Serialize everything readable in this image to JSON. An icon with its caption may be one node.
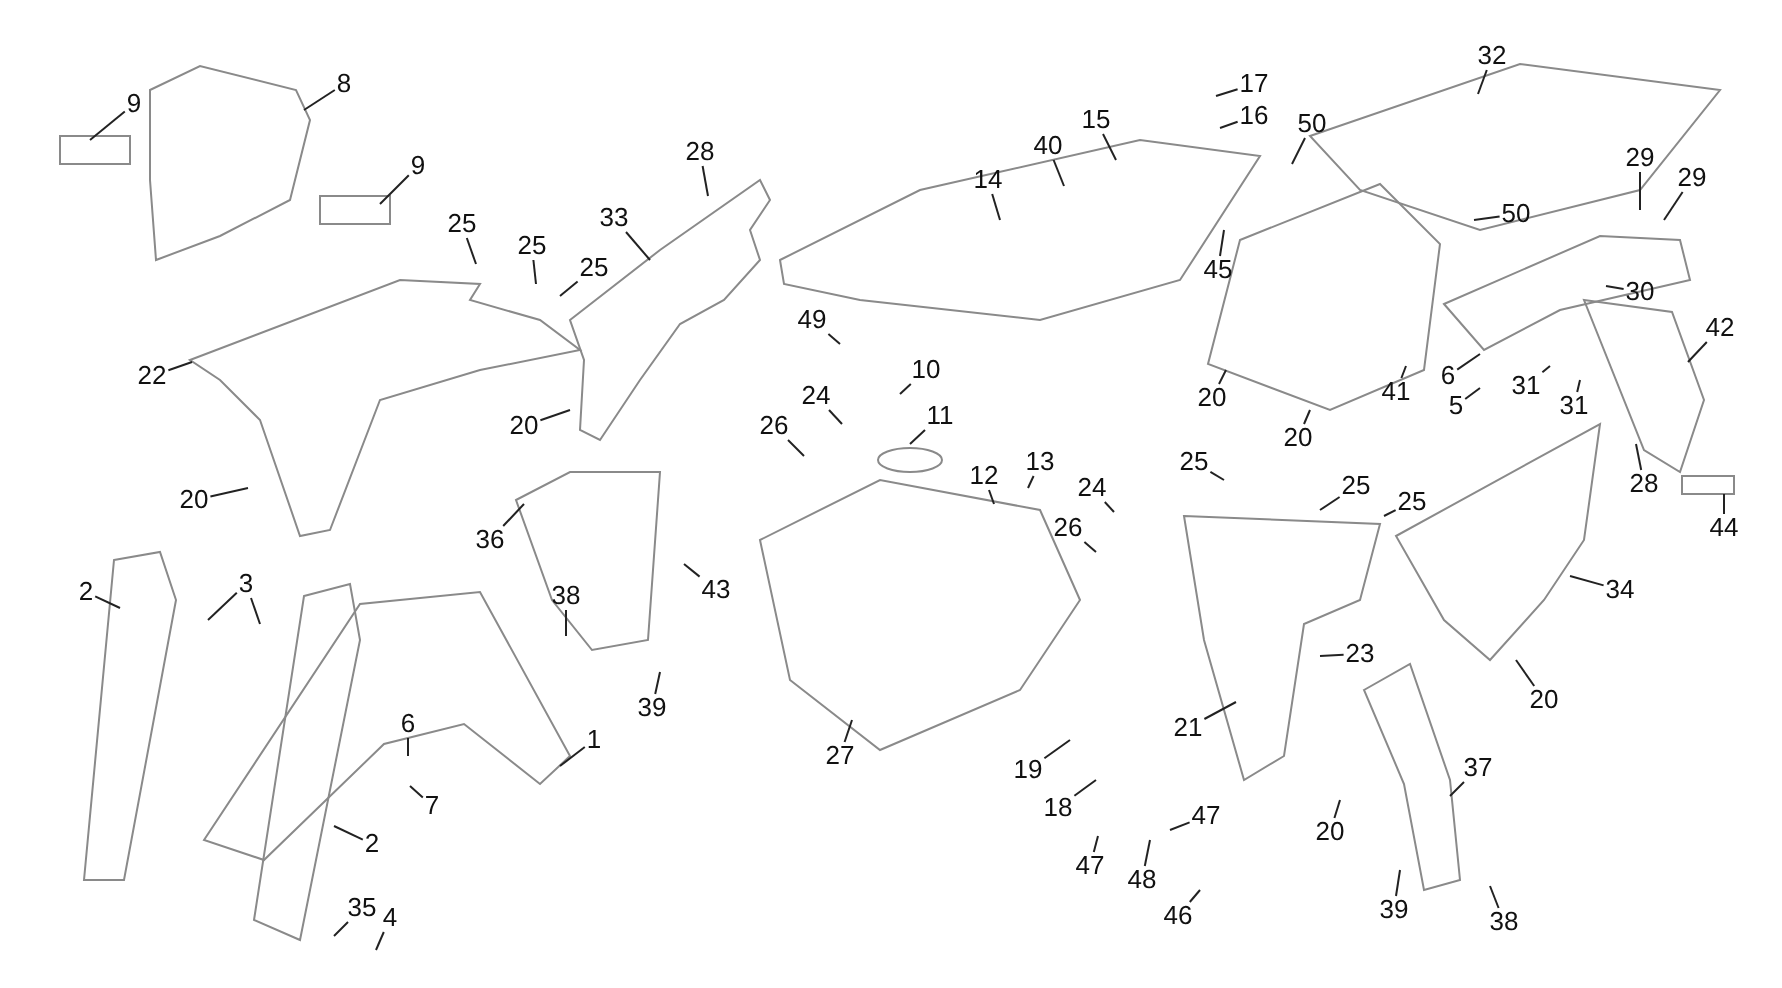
{
  "diagram": {
    "nodes": [
      {
        "text": [
          "9"
        ]
      },
      {
        "text": [
          "8"
        ]
      },
      {
        "text": [
          "9"
        ]
      },
      {
        "text": [
          "28"
        ]
      },
      {
        "text": [
          "25"
        ]
      },
      {
        "text": [
          "25"
        ]
      },
      {
        "text": [
          "25"
        ]
      },
      {
        "text": [
          "33"
        ]
      },
      {
        "text": [
          "22"
        ]
      },
      {
        "text": [
          "20"
        ]
      },
      {
        "text": [
          "20"
        ]
      },
      {
        "text": [
          "49"
        ]
      },
      {
        "text": [
          "10"
        ]
      },
      {
        "text": [
          "24"
        ]
      },
      {
        "text": [
          "26"
        ]
      },
      {
        "text": [
          "11"
        ]
      },
      {
        "text": [
          "12"
        ]
      },
      {
        "text": [
          "13"
        ]
      },
      {
        "text": [
          "24"
        ]
      },
      {
        "text": [
          "26"
        ]
      },
      {
        "text": [
          "15"
        ]
      },
      {
        "text": [
          "40"
        ]
      },
      {
        "text": [
          "14"
        ]
      },
      {
        "text": [
          "17"
        ]
      },
      {
        "text": [
          "16"
        ]
      },
      {
        "text": [
          "45"
        ]
      },
      {
        "text": [
          "50"
        ]
      },
      {
        "text": [
          "32"
        ]
      },
      {
        "text": [
          "50"
        ]
      },
      {
        "text": [
          "29"
        ]
      },
      {
        "text": [
          "29"
        ]
      },
      {
        "text": [
          "30"
        ]
      },
      {
        "text": [
          "42"
        ]
      },
      {
        "text": [
          "41"
        ]
      },
      {
        "text": [
          "6"
        ]
      },
      {
        "text": [
          "5"
        ]
      },
      {
        "text": [
          "31"
        ]
      },
      {
        "text": [
          "31"
        ]
      },
      {
        "text": [
          "20"
        ]
      },
      {
        "text": [
          "20"
        ]
      },
      {
        "text": [
          "28"
        ]
      },
      {
        "text": [
          "44"
        ]
      },
      {
        "text": [
          "25"
        ]
      },
      {
        "text": [
          "25"
        ]
      },
      {
        "text": [
          "25"
        ]
      },
      {
        "text": [
          "34"
        ]
      },
      {
        "text": [
          "23"
        ]
      },
      {
        "text": [
          "20"
        ]
      },
      {
        "text": [
          "21"
        ]
      },
      {
        "text": [
          "37"
        ]
      },
      {
        "text": [
          "19"
        ]
      },
      {
        "text": [
          "18"
        ]
      },
      {
        "text": [
          "47"
        ]
      },
      {
        "text": [
          "47"
        ]
      },
      {
        "text": [
          "48"
        ]
      },
      {
        "text": [
          "46"
        ]
      },
      {
        "text": [
          "20"
        ]
      },
      {
        "text": [
          "39"
        ]
      },
      {
        "text": [
          "38"
        ]
      },
      {
        "text": [
          "36"
        ]
      },
      {
        "text": [
          "43"
        ]
      },
      {
        "text": [
          "38"
        ]
      },
      {
        "text": [
          "39"
        ]
      },
      {
        "text": [
          "27"
        ]
      },
      {
        "text": [
          "2"
        ]
      },
      {
        "text": [
          "3"
        ]
      },
      {
        "text": [
          "2"
        ]
      },
      {
        "text": [
          "1"
        ]
      },
      {
        "text": [
          "6"
        ]
      },
      {
        "text": [
          "7"
        ]
      },
      {
        "text": [
          "35"
        ]
      },
      {
        "text": [
          "4"
        ]
      }
    ],
    "edges": [
      {
        "from": 0,
        "to": null,
        "arrow": "none"
      },
      {
        "from": 1,
        "to": null,
        "arrow": "none"
      },
      {
        "from": 2,
        "to": null,
        "arrow": "none"
      },
      {
        "from": 3,
        "to": null,
        "arrow": "none"
      },
      {
        "from": 4,
        "to": null,
        "arrow": "none"
      },
      {
        "from": 5,
        "to": null,
        "arrow": "none"
      },
      {
        "from": 6,
        "to": null,
        "arrow": "none"
      },
      {
        "from": 7,
        "to": null,
        "arrow": "none"
      },
      {
        "from": 8,
        "to": null,
        "arrow": "none"
      },
      {
        "from": 9,
        "to": null,
        "arrow": "none"
      },
      {
        "from": 10,
        "to": null,
        "arrow": "none"
      },
      {
        "from": 11,
        "to": null,
        "arrow": "none"
      },
      {
        "from": 12,
        "to": null,
        "arrow": "none"
      },
      {
        "from": 13,
        "to": null,
        "arrow": "none"
      },
      {
        "from": 14,
        "to": null,
        "arrow": "none"
      },
      {
        "from": 15,
        "to": null,
        "arrow": "none"
      },
      {
        "from": 16,
        "to": null,
        "arrow": "none"
      },
      {
        "from": 17,
        "to": null,
        "arrow": "none"
      },
      {
        "from": 18,
        "to": null,
        "arrow": "none"
      },
      {
        "from": 19,
        "to": null,
        "arrow": "none"
      },
      {
        "from": 20,
        "to": null,
        "arrow": "none"
      },
      {
        "from": 21,
        "to": null,
        "arrow": "none"
      },
      {
        "from": 22,
        "to": null,
        "arrow": "none"
      },
      {
        "from": 23,
        "to": null,
        "arrow": "none"
      },
      {
        "from": 24,
        "to": null,
        "arrow": "none"
      },
      {
        "from": 25,
        "to": null,
        "arrow": "none"
      },
      {
        "from": 26,
        "to": null,
        "arrow": "none"
      },
      {
        "from": 27,
        "to": null,
        "arrow": "none"
      },
      {
        "from": 28,
        "to": null,
        "arrow": "none"
      },
      {
        "from": 29,
        "to": null,
        "arrow": "none"
      },
      {
        "from": 30,
        "to": null,
        "arrow": "none"
      },
      {
        "from": 31,
        "to": null,
        "arrow": "none"
      },
      {
        "from": 32,
        "to": null,
        "arrow": "none"
      },
      {
        "from": 33,
        "to": null,
        "arrow": "none"
      },
      {
        "from": 34,
        "to": null,
        "arrow": "none"
      },
      {
        "from": 35,
        "to": null,
        "arrow": "none"
      },
      {
        "from": 36,
        "to": null,
        "arrow": "none"
      },
      {
        "from": 37,
        "to": null,
        "arrow": "none"
      },
      {
        "from": 38,
        "to": null,
        "arrow": "none"
      },
      {
        "from": 39,
        "to": null,
        "arrow": "none"
      },
      {
        "from": 40,
        "to": null,
        "arrow": "none"
      },
      {
        "from": 41,
        "to": null,
        "arrow": "none"
      },
      {
        "from": 42,
        "to": null,
        "arrow": "none"
      },
      {
        "from": 43,
        "to": null,
        "arrow": "none"
      },
      {
        "from": 44,
        "to": null,
        "arrow": "none"
      },
      {
        "from": 45,
        "to": null,
        "arrow": "none"
      },
      {
        "from": 46,
        "to": null,
        "arrow": "none"
      },
      {
        "from": 47,
        "to": null,
        "arrow": "none"
      },
      {
        "from": 48,
        "to": null,
        "arrow": "none"
      },
      {
        "from": 49,
        "to": null,
        "arrow": "none"
      },
      {
        "from": 50,
        "to": null,
        "arrow": "none"
      },
      {
        "from": 51,
        "to": null,
        "arrow": "none"
      },
      {
        "from": 52,
        "to": null,
        "arrow": "none"
      },
      {
        "from": 53,
        "to": null,
        "arrow": "none"
      },
      {
        "from": 54,
        "to": null,
        "arrow": "none"
      },
      {
        "from": 55,
        "to": null,
        "arrow": "none"
      },
      {
        "from": 56,
        "to": null,
        "arrow": "none"
      },
      {
        "from": 57,
        "to": null,
        "arrow": "none"
      },
      {
        "from": 58,
        "to": null,
        "arrow": "none"
      },
      {
        "from": 59,
        "to": null,
        "arrow": "none"
      },
      {
        "from": 60,
        "to": null,
        "arrow": "none"
      },
      {
        "from": 61,
        "to": null,
        "arrow": "none"
      },
      {
        "from": 62,
        "to": null,
        "arrow": "none"
      },
      {
        "from": 63,
        "to": null,
        "arrow": "none"
      },
      {
        "from": 64,
        "to": null,
        "arrow": "none"
      },
      {
        "from": 65,
        "to": null,
        "arrow": "none"
      },
      {
        "from": 65,
        "to": null,
        "arrow": "none"
      },
      {
        "from": 66,
        "to": null,
        "arrow": "none"
      },
      {
        "from": 67,
        "to": null,
        "arrow": "none"
      },
      {
        "from": 68,
        "to": null,
        "arrow": "none"
      },
      {
        "from": 69,
        "to": null,
        "arrow": "none"
      },
      {
        "from": 70,
        "to": null,
        "arrow": "none"
      },
      {
        "from": 71,
        "to": null,
        "arrow": "none"
      }
    ]
  }
}
